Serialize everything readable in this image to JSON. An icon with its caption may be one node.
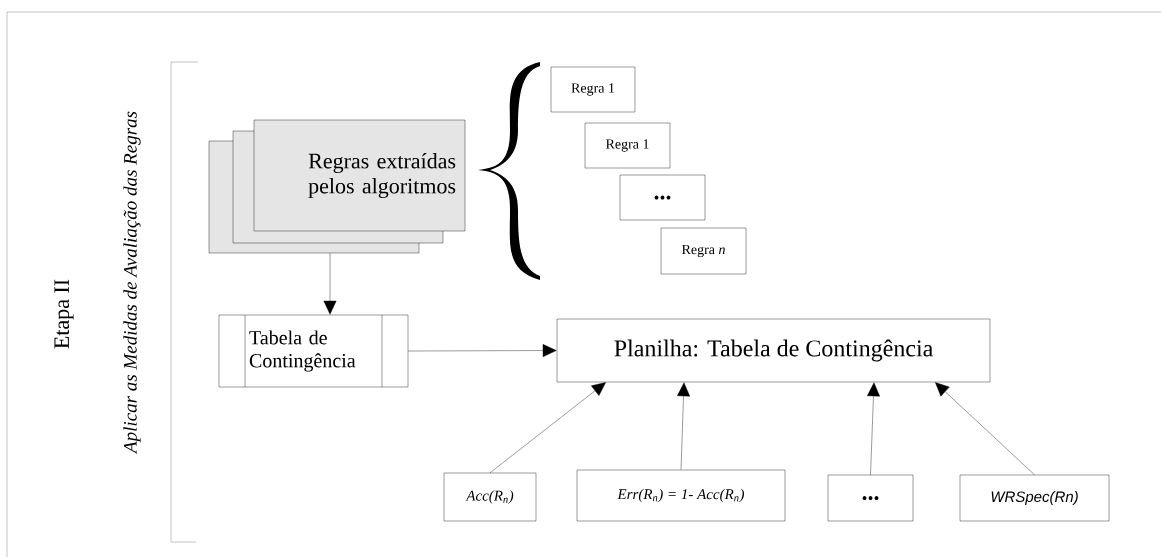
{
  "diagram": {
    "nodes": [
      {
        "text": [
          "Regras extraídas pelos algoritmos"
        ]
      },
      {
        "text": [
          "Regra 1"
        ]
      },
      {
        "text": [
          "Regra 1"
        ]
      },
      {
        "text": [
          "..."
        ]
      },
      {
        "text": [
          "Regra *n*"
        ]
      },
      {
        "text": [
          "Tabela de Contingência"
        ]
      },
      {
        "text": [
          "Planilha:  Tabela de Contingência"
        ]
      },
      {
        "text": [
          "Acc(R$_{n}$)"
        ]
      },
      {
        "text": [
          "Err(R$_{n}$) = 1- Acc(R$_{n}$)"
        ]
      },
      {
        "text": [
          "..."
        ]
      },
      {
        "text": [
          "WRSpec(Rn)"
        ]
      }
    ],
    "edges": [
      {
        "from": 0,
        "to": 5,
        "arrow": "to"
      },
      {
        "from": 5,
        "to": 6,
        "arrow": "to"
      },
      {
        "from": 7,
        "to": 6,
        "arrow": "to"
      },
      {
        "from": 8,
        "to": 6,
        "arrow": "to"
      },
      {
        "from": 9,
        "to": 6,
        "arrow": "to"
      },
      {
        "from": 10,
        "to": 6,
        "arrow": "to"
      }
    ],
    "labels": [
      "Etapa II",
      "Aplicar as Medidas de Avaliação das Regras"
    ]
  }
}
